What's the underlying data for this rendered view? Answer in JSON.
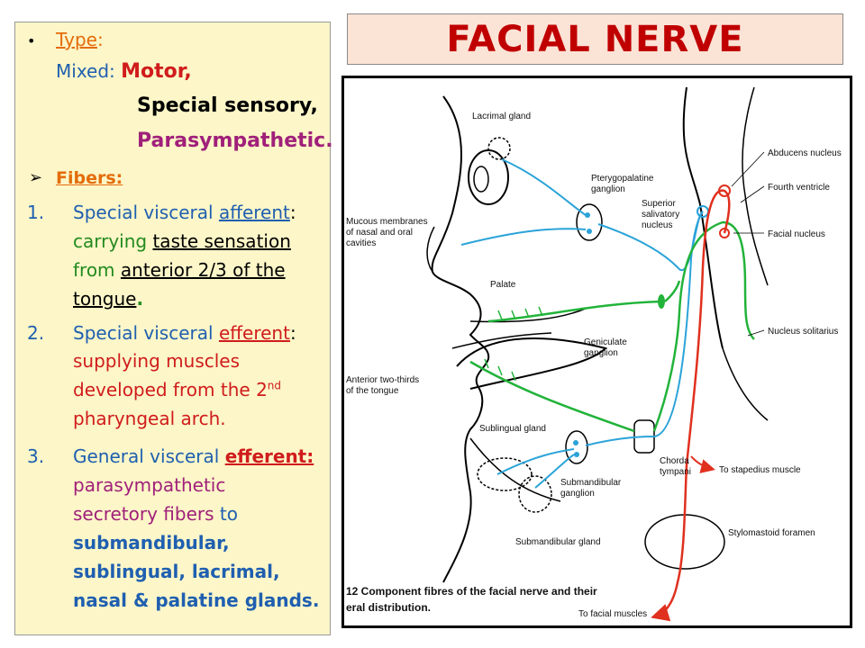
{
  "left": {
    "type_label": "Type",
    "colon": ":",
    "mixed": "Mixed: ",
    "motor": "Motor,",
    "special_sensory": "Special sensory,",
    "parasympathetic": "Parasympathetic.",
    "fibers_label": "Fibers:",
    "item1": {
      "num": "1.",
      "l1a": "Special visceral ",
      "l1b": "afferent",
      "l1c": ":",
      "l2a": "carrying ",
      "l2b": "taste sensation",
      "l3a": "from ",
      "l3b": "anterior 2/3 of the",
      "l4a": "tongue",
      "l4b": "."
    },
    "item2": {
      "num": "2.",
      "l1a": "Special visceral ",
      "l1b": "efferent",
      "l1c": ":",
      "l2": "supplying muscles",
      "l3a": "developed from the 2",
      "l3sup": "nd",
      "l4": "pharyngeal arch."
    },
    "item3": {
      "num": "3.",
      "l1a": "General visceral ",
      "l1b": "efferent:",
      "l2": "parasympathetic",
      "l3a": "secretory  fibers ",
      "l3b": "to",
      "l4": "submandibular,",
      "l5": "sublingual, lacrimal,",
      "l6": "nasal & palatine glands."
    }
  },
  "title": "FACIAL NERVE",
  "diagram": {
    "lacrimal_gland": "Lacrimal gland",
    "pterygopalatine_1": "Pterygopalatine",
    "pterygopalatine_2": "ganglion",
    "superior_1": "Superior",
    "superior_2": "salivatory",
    "superior_3": "nucleus",
    "abducens": "Abducens nucleus",
    "fourth_ventricle": "Fourth ventricle",
    "facial_nucleus": "Facial nucleus",
    "mucous_1": "Mucous membranes",
    "mucous_2": "of nasal and oral",
    "mucous_3": "cavities",
    "palate": "Palate",
    "geniculate_1": "Geniculate",
    "geniculate_2": "ganglion",
    "nucleus_solitarius": "Nucleus solitarius",
    "anterior_1": "Anterior two-thirds",
    "anterior_2": "of the tongue",
    "sublingual": "Sublingual gland",
    "chorda_1": "Chorda",
    "chorda_2": "tympani",
    "to_stapedius": "To stapedius muscle",
    "submandibular_g1": "Submandibular",
    "submandibular_g2": "ganglion",
    "stylomastoid": "Stylomastoid foramen",
    "submandibular_gland": "Submandibular gland",
    "caption_1": "12  Component fibres of the facial nerve and their",
    "caption_2": "eral distribution.",
    "to_facial": "To facial muscles"
  },
  "colors": {
    "orange": "#e46c0a",
    "blue": "#1f5fb0",
    "green": "#238a1e",
    "red": "#d01c1c",
    "purple": "#a0207a",
    "title_red": "#c00000",
    "panel_bg": "#fcf6c8",
    "title_bg": "#fbe3d6",
    "nerve_blue": "#2aa3d8",
    "nerve_green": "#22b33a",
    "nerve_red": "#e0301e"
  }
}
